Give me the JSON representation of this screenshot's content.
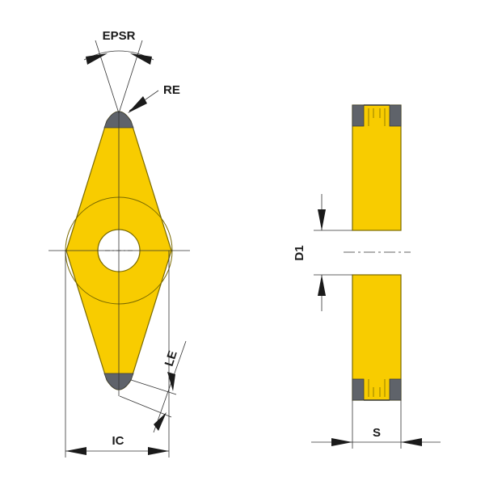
{
  "labels": {
    "epsr": "EPSR",
    "re": "RE",
    "le": "LE",
    "ic": "IC",
    "d1": "D1",
    "s": "S"
  },
  "colors": {
    "insert_fill": "#f8cc00",
    "insert_stroke": "#7a6a00",
    "edge_coating": "#5f636a",
    "hole_fill": "#ffffff",
    "dimension_line": "#1a1a1a"
  }
}
